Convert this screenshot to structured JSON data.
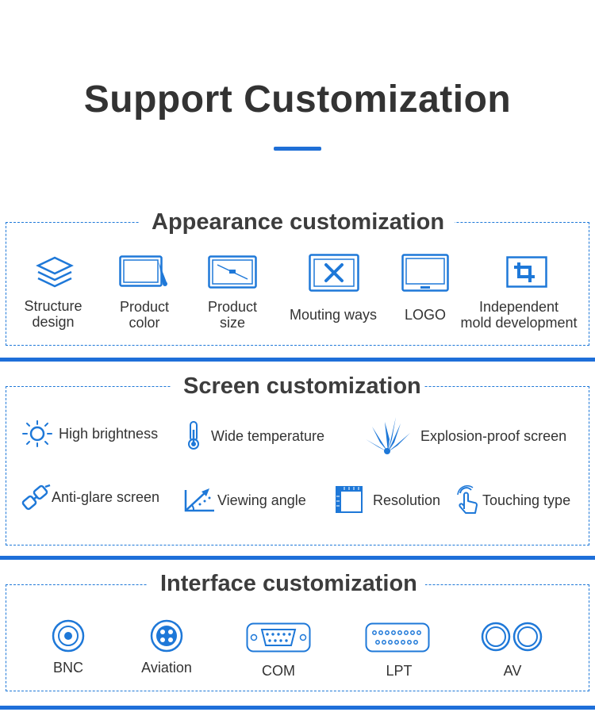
{
  "header": {
    "title": "Support Customization"
  },
  "appearance": {
    "title": "Appearance customization",
    "items": [
      {
        "line1": "Structure",
        "line2": "design"
      },
      {
        "line1": "Product",
        "line2": "color"
      },
      {
        "line1": "Product",
        "line2": "size"
      },
      {
        "line1": "Mouting ways"
      },
      {
        "line1": "LOGO"
      },
      {
        "line1": "Independent",
        "line2": "mold development"
      }
    ]
  },
  "screen": {
    "title": "Screen customization",
    "items": [
      "High brightness",
      "Wide temperature",
      "Explosion-proof screen",
      "Anti-glare screen",
      "Viewing angle",
      "Resolution",
      "Touching type"
    ]
  },
  "interface": {
    "title": "Interface customization",
    "items": [
      "BNC",
      "Aviation",
      "COM",
      "LPT",
      "AV"
    ]
  },
  "colors": {
    "accent": "#1e6fd9",
    "title_text": "#333333"
  }
}
